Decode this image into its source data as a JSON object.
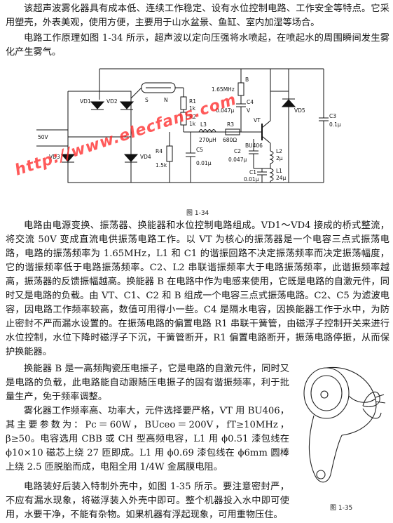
{
  "intro": {
    "p1": "该超声波雾化器具有成本低、连续工作稳定、设有水位控制电路、工作安全等特点。它采用塑壳，外表美观，使用方便，主要用于山水盆景、鱼缸、室内加湿等场合。",
    "p2": "电路工作原理如图 1-34 所示，超声波以定向压强将水喷起，在喷起水的周围瞬间发生雾化产生雾气。"
  },
  "figure_34": {
    "caption": "图 1-34",
    "labels": {
      "vd1": "VD1",
      "vd2": "VD2",
      "vd3": "VD3",
      "vd4": "VD4",
      "vd5": "VD5",
      "v50": "50V",
      "s": "S",
      "n": "N",
      "r1": "R1",
      "r1v": "1k",
      "r2": "R2",
      "r2v": "1k",
      "r4": "R4",
      "r4v": "1.5k",
      "c5": "C5",
      "c5v": "0.01μ",
      "b": "B",
      "bv": "1.65MHz",
      "c4": "C4",
      "c4v": "0.047μ",
      "l3": "L3",
      "l3v": "270μH",
      "r3": "R3",
      "r3v": "680Ω",
      "vt": "VT",
      "bu": "BU406",
      "c2": "C2",
      "c2v": "0.047μ",
      "c1": "C1",
      "c1v": "0.01μ",
      "l2": "L2",
      "l2v": "2μ",
      "l1": "L1",
      "l1v": "24μ",
      "c3": "C3",
      "c3v": "0.1μ",
      "v": "V"
    }
  },
  "watermark": "http://www.elecfans.com",
  "body": {
    "p3": "电路由电源变换、振荡器、换能器和水位控制电路组成。VD1～VD4 接成的桥式整流，将交流 50V 变成直流电供振荡电路工作。以 VT 为核心的振荡器是一个电容三点式振荡电路，电路的振荡频率为 1.65MHz，L1 和 C1 的谐振回路不决定振荡频率而决定振荡幅度，它的谐振频率低于电路振荡频率。C2、L2 串联谐振频率大于电路振荡频率，此谐振频率越高，振荡器的反馈振幅越高。换能器 B 在电路中作为电感来使用，它既是电路的自激元件，同时又是电路的负载。由 VT、C1、C2 和 B 组成一个电容三点式振荡电路。C2、C5 为滤波电容，因电路工作频率较高，数值可用得小一些。C4 是隔水电容，因换能器工作于水中，为防止密封不严而漏水设置的。在振荡电路的偏置电路 R1 串联干簧管，由磁浮子控制开关来进行水位控制，水位下降时磁浮子下沉，干簧管断开，R1 偏置电路断开，振荡电路停振，从而保护换能器。",
    "p4": "换能器 B 是一高频陶瓷压电振子，它是电路的自激元件，同时又是电路的负载，此电路能自动跟随压电振子的固有谐振频率，利于批量生产，免于频率调整。",
    "p5": "雾化器工作频率高、功率大，元件选择要严格，VT 用 BU406，其主要参数为：Pc＝60W，BUceo＝200V，fT≥10MHz，β≥50。电容选用 CBB 或 CH 型高频电容，L1 用 ϕ0.51 漆包线在 ϕ10×10 磁芯上绕 27 匝即成。L1 用 ϕ0.69 漆包线在 ϕ6mm 圆棒上绕 2.5 匝脱胎而成，电阻全用 1/4W 金属膜电阻。",
    "p6": "电路装好后装入特制外壳中，如图 1-35 所示。要注意密封严，不应有漏水现象，将磁浮装入外壳中即可。整个机器投入水中即可使用，水要干净，不能有杂物。如果机器有浮起现象，可用重物压住。"
  },
  "figure_35": {
    "caption": "图 1-35"
  }
}
